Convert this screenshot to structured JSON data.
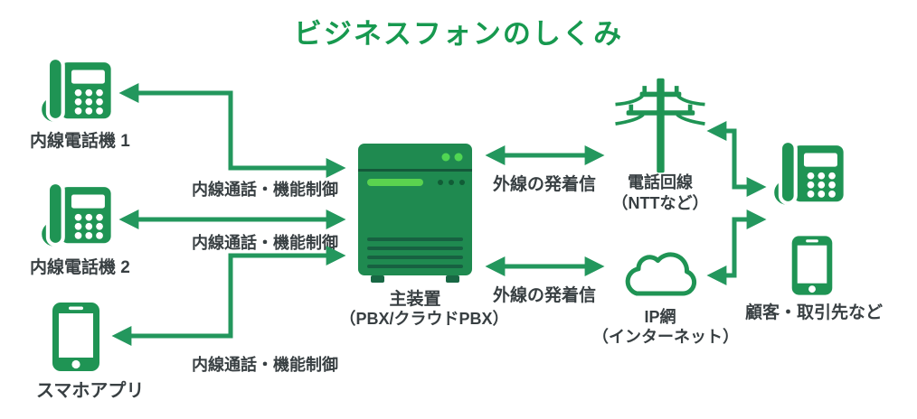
{
  "title": "ビジネスフォンのしくみ",
  "colors": {
    "title_green": "#17994f",
    "icon_green": "#1f9454",
    "arrow_green": "#23975d",
    "text_dark": "#383f42",
    "pbx_body_green": "#1f8a50",
    "pbx_dark_detail": "#14593a",
    "pbx_led_bright": "#50d553",
    "pbx_status_bar": "#5ad24f"
  },
  "icons": {
    "desk_phone": "desk-phone-icon",
    "smartphone": "smartphone-icon",
    "pbx_cabinet": "pbx-cabinet-icon",
    "utility_pole": "utility-pole-icon",
    "cloud": "cloud-icon"
  },
  "nodes": {
    "extension_phone_1": {
      "label": "内線電話機 1"
    },
    "extension_phone_2": {
      "label": "内線電話機 2"
    },
    "smartphone_app": {
      "label": "スマホアプリ"
    },
    "pbx": {
      "label": "主装置",
      "sublabel": "（PBX/クラウドPBX）"
    },
    "phone_line": {
      "label": "電話回線",
      "sublabel": "（NTTなど）"
    },
    "ip_network": {
      "label": "IP網",
      "sublabel": "（インターネット）"
    },
    "customers": {
      "label": "顧客・取引先など"
    }
  },
  "connections": [
    {
      "from": "extension_phone_1",
      "to": "pbx",
      "label": "内線通話・機能制御",
      "bidirectional": true
    },
    {
      "from": "extension_phone_2",
      "to": "pbx",
      "label": "内線通話・機能制御",
      "bidirectional": true
    },
    {
      "from": "smartphone_app",
      "to": "pbx",
      "label": "内線通話・機能制御",
      "bidirectional": true
    },
    {
      "from": "pbx",
      "to": "phone_line",
      "label": "外線の発着信",
      "bidirectional": true
    },
    {
      "from": "pbx",
      "to": "ip_network",
      "label": "外線の発着信",
      "bidirectional": true
    },
    {
      "from": "phone_line",
      "to": "customers",
      "label": "",
      "bidirectional": true
    },
    {
      "from": "ip_network",
      "to": "customers",
      "label": "",
      "bidirectional": true
    }
  ]
}
